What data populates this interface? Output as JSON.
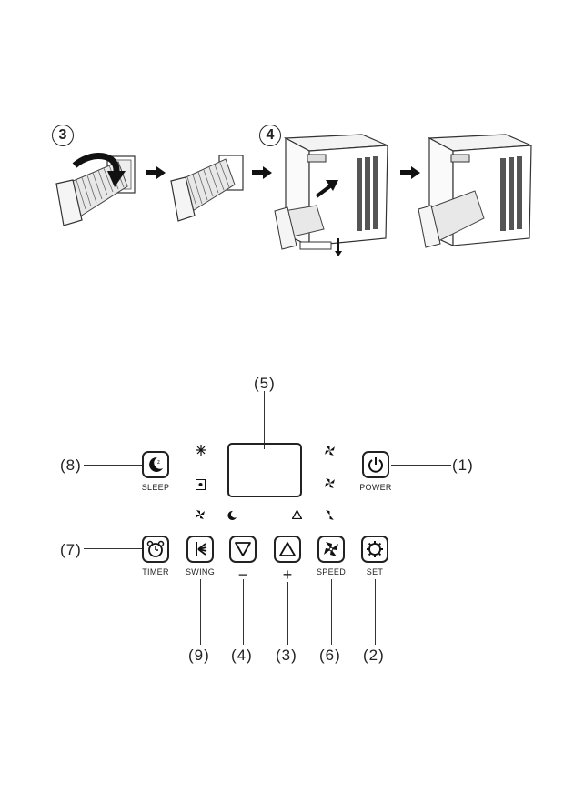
{
  "steps": [
    "3",
    "4"
  ],
  "panel": {
    "callouts": [
      "(1)",
      "(2)",
      "(3)",
      "(4)",
      "(5)",
      "(6)",
      "(7)",
      "(8)",
      "(9)"
    ],
    "labels": {
      "sleep": "SLEEP",
      "power": "POWER",
      "timer": "TIMER",
      "swing": "SWING",
      "speed": "SPEED",
      "set": "SET"
    },
    "symbols": {
      "minus": "−",
      "plus": "+"
    },
    "icons": [
      "moon-icon",
      "power-icon",
      "alarm-clock-icon",
      "swing-icon",
      "down-triangle-icon",
      "up-triangle-icon",
      "fan-icon",
      "gear-icon",
      "snowflake-icon",
      "dehumidify-icon",
      "fan-mode-icon",
      "sleep-indicator-icon",
      "warning-indicator-icon",
      "fan-high-icon",
      "fan-mid-icon",
      "fan-low-icon"
    ]
  }
}
